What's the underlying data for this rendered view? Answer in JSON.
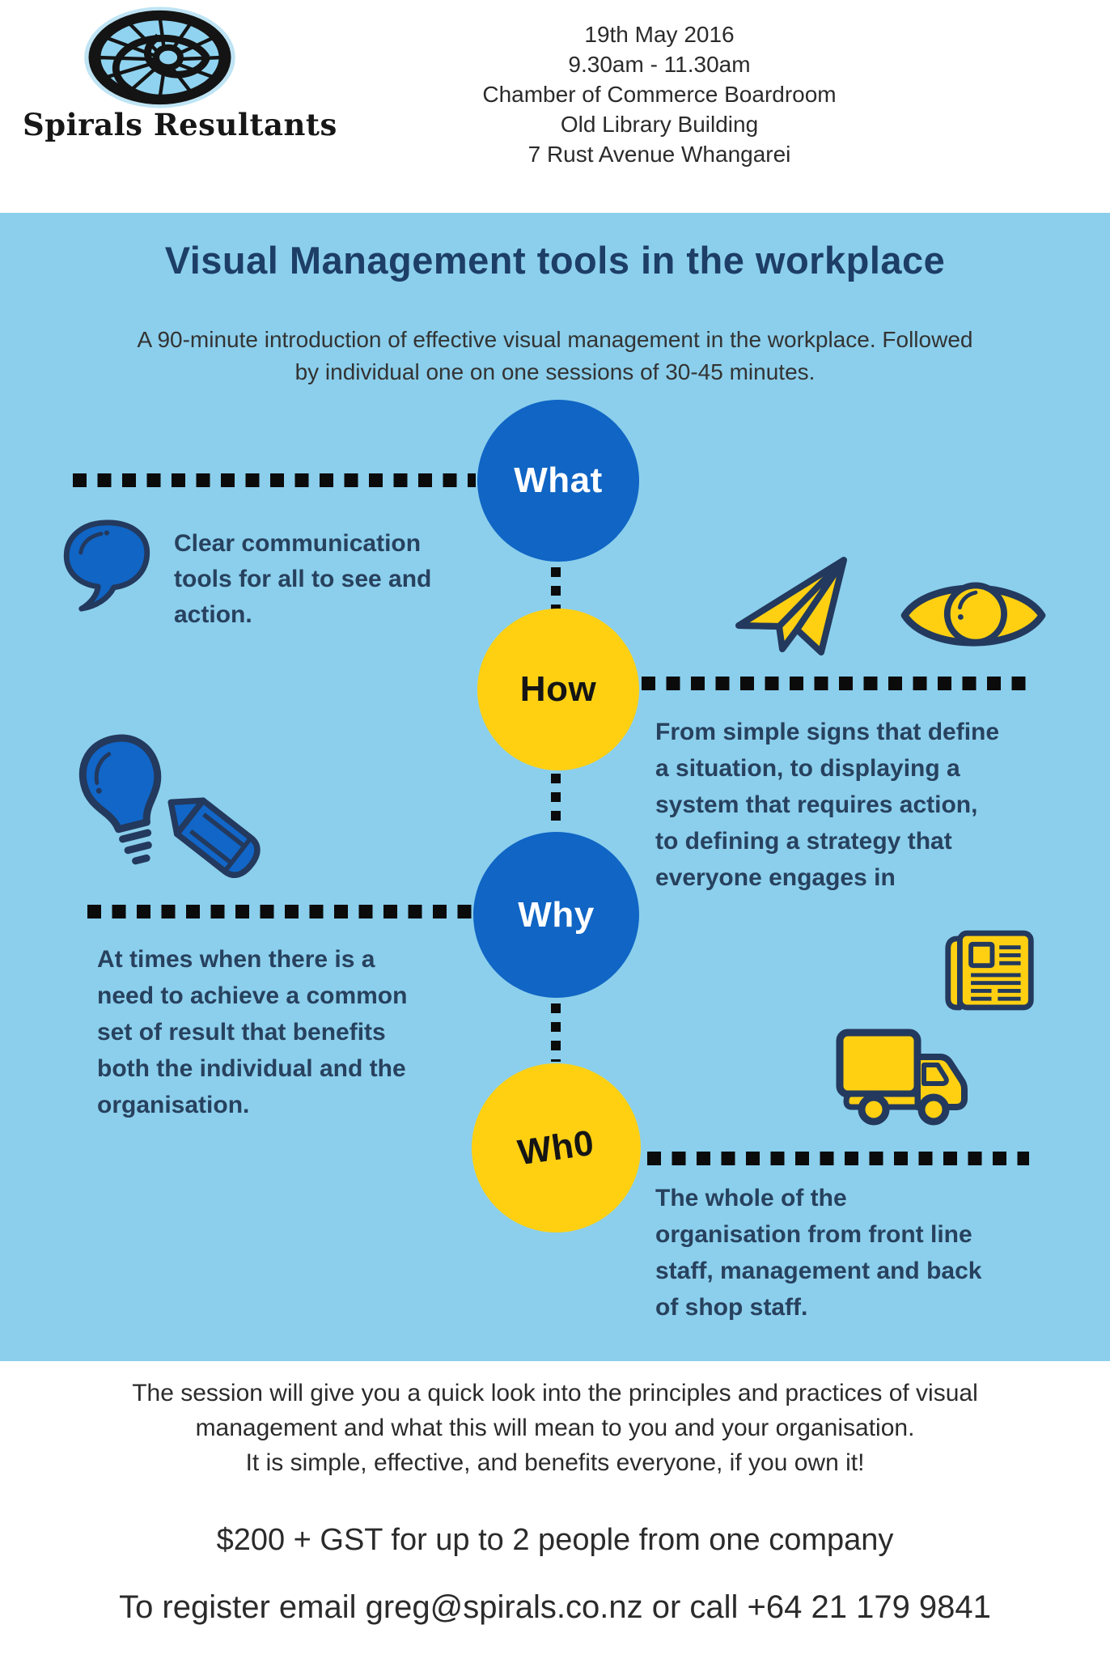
{
  "header": {
    "brand": "Spirals Resultants",
    "logo_icon": "spiral-shell-logo",
    "event": {
      "date": "19th May 2016",
      "time": "9.30am - 11.30am",
      "venue": "Chamber of Commerce Boardroom",
      "building": "Old Library Building",
      "address": "7 Rust Avenue Whangarei"
    }
  },
  "hero": {
    "title": "Visual Management tools in the workplace",
    "subtitle_lines": [
      "A 90-minute introduction of effective visual management in the workplace. Followed",
      "by individual one on one sessions of 30-45 minutes."
    ]
  },
  "steps": [
    {
      "label": "What",
      "circle_color": "#1065c5",
      "label_color": "#ffffff",
      "description": "Clear communication tools for all to see and action.",
      "icons": [
        "speech-bubble"
      ]
    },
    {
      "label": "How",
      "circle_color": "#ffd012",
      "label_color": "#151515",
      "description": "From simple signs that define a situation, to displaying a system that requires action, to defining a strategy that everyone engages in",
      "icons": [
        "paper-plane",
        "eye"
      ]
    },
    {
      "label": "Why",
      "circle_color": "#1065c5",
      "label_color": "#ffffff",
      "description": "At times when there is a need to achieve a common set of result that benefits both the individual and the organisation.",
      "icons": [
        "lightbulb",
        "pencil"
      ]
    },
    {
      "label": "Wh0",
      "circle_color": "#ffd012",
      "label_color": "#151515",
      "description": "The whole of the organisation from front line staff, management and back of shop staff.",
      "icons": [
        "newspaper",
        "delivery-truck"
      ]
    }
  ],
  "footer": {
    "summary_lines": [
      "The session will give you a quick look into the principles and practices of visual",
      "management and what this will mean to you and your organisation.",
      "It is simple, effective, and benefits everyone, if you own it!"
    ],
    "price": "$200 + GST for up to 2 people from one company",
    "register": "To register email greg@spirals.co.nz or call +64 21 179 9841"
  },
  "colors": {
    "band_blue": "#8bcfec",
    "circle_blue": "#1065c5",
    "accent_yellow": "#ffd012",
    "icon_outline_navy": "#23395d",
    "body_text_navy": "#27415e",
    "title_navy": "#1d3e66",
    "dotted_black": "#0b0b0b"
  }
}
